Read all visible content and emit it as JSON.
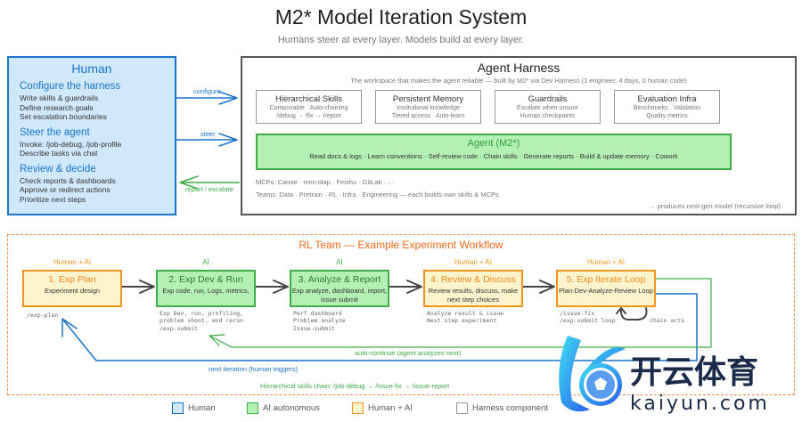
{
  "header": {
    "title": "M2* Model Iteration System",
    "subtitle": "Humans steer at every layer. Models build at every layer."
  },
  "human": {
    "title": "Human",
    "sections": [
      {
        "heading": "Configure the harness",
        "items": [
          "Write skills & guardrails",
          "Define research goals",
          "Set escalation boundaries"
        ]
      },
      {
        "heading": "Steer the agent",
        "items": [
          "Invoke: /job-debug, /job-profile",
          "Describe tasks via chat"
        ]
      },
      {
        "heading": "Review & decide",
        "items": [
          "Check reports & dashboards",
          "Approve or redirect actions",
          "Prioritize next steps"
        ]
      }
    ]
  },
  "arrows": {
    "configure": "configure",
    "steer": "steer",
    "report": "report / escalate"
  },
  "harness": {
    "title": "Agent Harness",
    "subtitle": "The workspace that makes the agent reliable — built by M2* via Dev Harness (1 engineer, 4 days, 0 human code)",
    "components": [
      {
        "name": "Hierarchical Skills",
        "line1": "Composable · Auto-chaining",
        "line2": "/debug → /fix → /report"
      },
      {
        "name": "Persistent Memory",
        "line1": "Institutional knowledge",
        "line2": "Tiered access · Auto-learn"
      },
      {
        "name": "Guardrails",
        "line1": "Escalate when unsure",
        "line2": "Human checkpoints"
      },
      {
        "name": "Evaluation Infra",
        "line1": "Benchmarks · Validation",
        "line2": "Quality metrics"
      }
    ],
    "agent": {
      "name": "Agent (M2*)",
      "capabilities": "Read docs & logs  ·  Learn conventions  ·  Self-review code  ·  Chain skills  ·  Generate reports  ·  Build & update memory  ·  Cowork"
    },
    "mcps": "MCPs: Canoe · mini-olap · Feishu · GitLab · ...",
    "teams": "Teams: Data · Pretrain · RL · Infra · Engineering  —  each builds own skills & MCPs",
    "produces": "→ produces next-gen model (recursive loop)"
  },
  "workflow": {
    "title": "RL Team — Example Experiment Workflow",
    "steps": [
      {
        "who": "Human + AI",
        "name": "1. Exp Plan",
        "desc": "Experiment design",
        "code": "/exp-plan"
      },
      {
        "who": "AI",
        "name": "2. Exp Dev & Run",
        "desc": "Exp code, run, Logs, metrics,",
        "code": "Exp Dev, run, profiling,\nproblem shoot, and rerun\n/exp-submit"
      },
      {
        "who": "AI",
        "name": "3.  Analyze & Report",
        "desc": "Exp analyze, dashboard, report, issue submit",
        "code": "Perf dashboard\nProblem analyze\nIssue-submit"
      },
      {
        "who": "Human + AI",
        "name": "4. Review & Discuss",
        "desc": "Review results, discuss, make next step choices",
        "code": "Analyze result & issue\nNext step experiment"
      },
      {
        "who": "Human + AI",
        "name": "5. Exp Iterate Loop",
        "desc": "Plan-Dev-Analyze-Review Loop",
        "code": "/issue-fix\n/exp-submit loop"
      }
    ],
    "chain_acts": "chain acts",
    "auto_continue": "auto-continue (agent analyzes next)",
    "next_iteration": "next iteration (human triggers)",
    "skills_chain": "Hierarchical skills chain:  /job-debug → /issue-fix → /issue-report"
  },
  "legend": [
    {
      "label": "Human",
      "color": "#1a73c8",
      "fill": "#cfe8fb"
    },
    {
      "label": "AI autonomous",
      "color": "#3fae49",
      "fill": "#b4f0b4"
    },
    {
      "label": "Human + AI",
      "color": "#f0961e",
      "fill": "#fdf3cc"
    },
    {
      "label": "Harness component",
      "color": "#999999",
      "fill": "#ffffff"
    }
  ],
  "watermark": {
    "brand": "开云体育",
    "url": "kaiyun.com"
  }
}
